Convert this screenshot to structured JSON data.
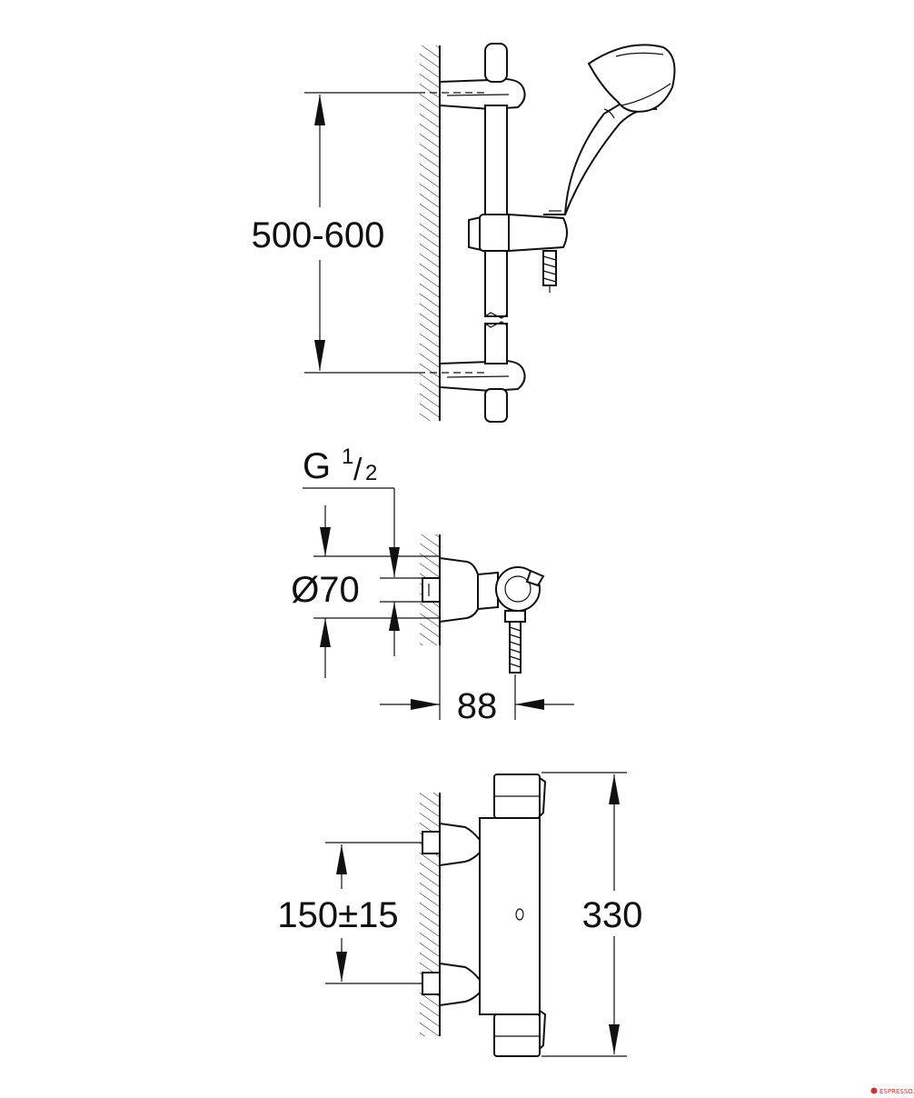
{
  "dimensions": {
    "rail_spacing": "500-600",
    "thread_g": "G",
    "thread_num": "1",
    "thread_den": "2",
    "diameter": "Ø70",
    "depth": "88",
    "inlet_spacing": "150±15",
    "height": "330"
  },
  "watermark": "ESPRESSO.RU",
  "colors": {
    "line": "#111111",
    "background": "#ffffff",
    "watermark": "#cc3333"
  }
}
